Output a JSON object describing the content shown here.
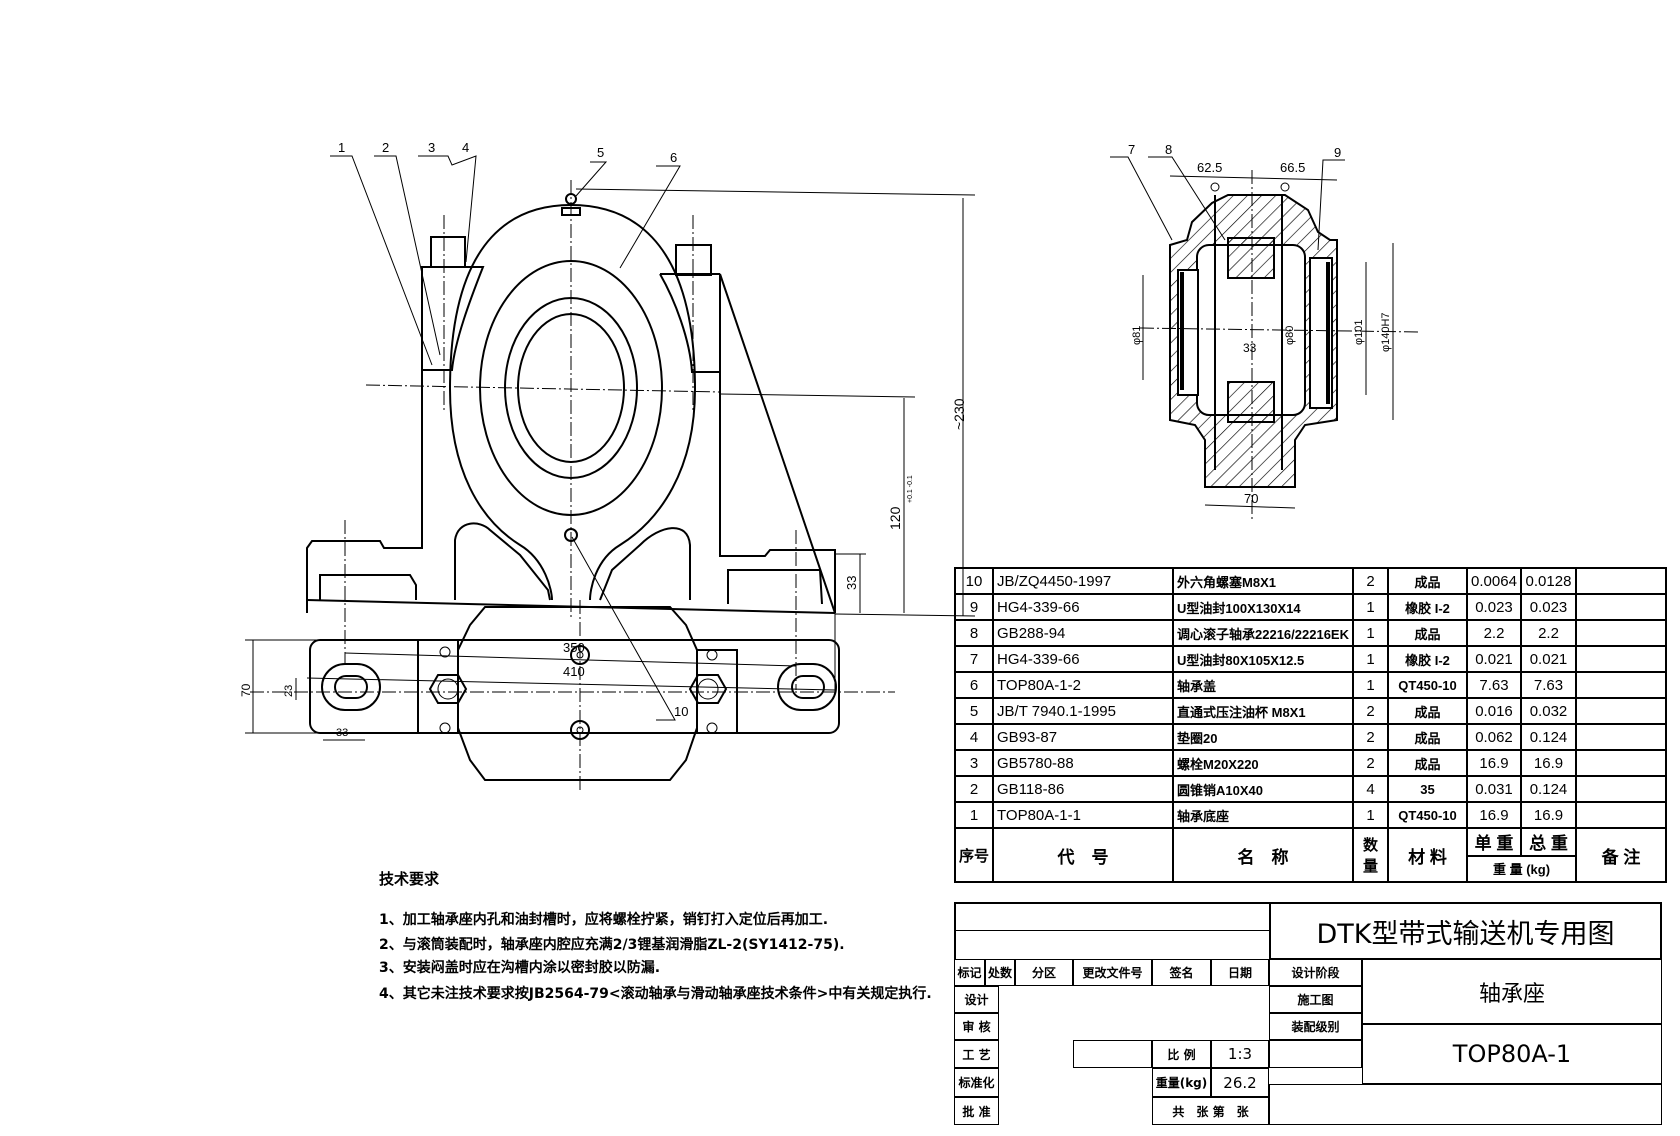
{
  "front_view": {
    "callouts": [
      "1",
      "2",
      "3",
      "4",
      "5",
      "6",
      "10"
    ],
    "dims": {
      "height_total": "~230",
      "center_height": "120",
      "center_tol": "+0.1 -0.1",
      "foot_height": "33",
      "bolt_span": "350",
      "base_length": "410"
    }
  },
  "side_view": {
    "callouts": [
      "7",
      "8",
      "9"
    ],
    "dims": {
      "left": "62.5",
      "right": "66.5",
      "width": "70",
      "d81": "φ81",
      "d80": "φ80",
      "d101": "φ101",
      "d140": "φ140H7",
      "inner": "33"
    }
  },
  "top_view": {
    "dims": {
      "height": "70",
      "slot_width": "23",
      "slot_len": "33"
    }
  },
  "tech_requirements": {
    "title": "技术要求",
    "items": [
      "1、加工轴承座内孔和油封槽时，应将螺栓拧紧，销钉打入定位后再加工.",
      "2、与滚筒装配时，轴承座内腔应充满2/3锂基润滑脂ZL-2(SY1412-75).",
      "3、安装闷盖时应在沟槽内涂以密封胶以防漏.",
      "4、其它未注技术要求按JB2564-79<滚动轴承与滑动轴承座技术条件>中有关规定执行."
    ]
  },
  "parts_list": {
    "rows": [
      {
        "no": "10",
        "code": "JB/ZQ4450-1997",
        "name": "外六角螺塞M8X1",
        "qty": "2",
        "material": "成品",
        "unit": "0.0064",
        "total": "0.0128",
        "note": ""
      },
      {
        "no": "9",
        "code": "HG4-339-66",
        "name": "U型油封100X130X14",
        "qty": "1",
        "material": "橡胶 I-2",
        "unit": "0.023",
        "total": "0.023",
        "note": ""
      },
      {
        "no": "8",
        "code": "GB288-94",
        "name": "调心滚子轴承22216/22216EK",
        "qty": "1",
        "material": "成品",
        "unit": "2.2",
        "total": "2.2",
        "note": ""
      },
      {
        "no": "7",
        "code": "HG4-339-66",
        "name": "U型油封80X105X12.5",
        "qty": "1",
        "material": "橡胶 I-2",
        "unit": "0.021",
        "total": "0.021",
        "note": ""
      },
      {
        "no": "6",
        "code": "TOP80A-1-2",
        "name": "轴承盖",
        "qty": "1",
        "material": "QT450-10",
        "unit": "7.63",
        "total": "7.63",
        "note": ""
      },
      {
        "no": "5",
        "code": "JB/T 7940.1-1995",
        "name": "直通式压注油杯 M8X1",
        "qty": "2",
        "material": "成品",
        "unit": "0.016",
        "total": "0.032",
        "note": ""
      },
      {
        "no": "4",
        "code": "GB93-87",
        "name": "垫圈20",
        "qty": "2",
        "material": "成品",
        "unit": "0.062",
        "total": "0.124",
        "note": ""
      },
      {
        "no": "3",
        "code": "GB5780-88",
        "name": "螺栓M20X220",
        "qty": "2",
        "material": "成品",
        "unit": "16.9",
        "total": "16.9",
        "note": ""
      },
      {
        "no": "2",
        "code": "GB118-86",
        "name": "圆锥销A10X40",
        "qty": "4",
        "material": "35",
        "unit": "0.031",
        "total": "0.124",
        "note": ""
      },
      {
        "no": "1",
        "code": "TOP80A-1-1",
        "name": "轴承底座",
        "qty": "1",
        "material": "QT450-10",
        "unit": "16.9",
        "total": "16.9",
        "note": ""
      }
    ],
    "headers": {
      "no": "序号",
      "code": "代　号",
      "name": "名　称",
      "qty": "数量",
      "material": "材 料",
      "unit": "单 重",
      "total": "总 重",
      "weight": "重 量 (kg)",
      "note": "备 注"
    }
  },
  "title_block": {
    "project": "DTK型带式输送机专用图",
    "part_name": "轴承座",
    "drawing_no": "TOP80A-1",
    "labels": {
      "mark": "标记",
      "count": "处数",
      "zone": "分区",
      "doc_no": "更改文件号",
      "signature": "签名",
      "date": "日期",
      "design": "设计",
      "review": "审 核",
      "process": "工 艺",
      "standard": "标准化",
      "approve": "批 准",
      "stage": "设计阶段",
      "construction": "施工图",
      "assembly_level": "装配级别",
      "scale": "比 例",
      "weight": "重量(kg)",
      "sheets": "共　张 第　张"
    },
    "scale": "1:3",
    "weight": "26.2"
  }
}
